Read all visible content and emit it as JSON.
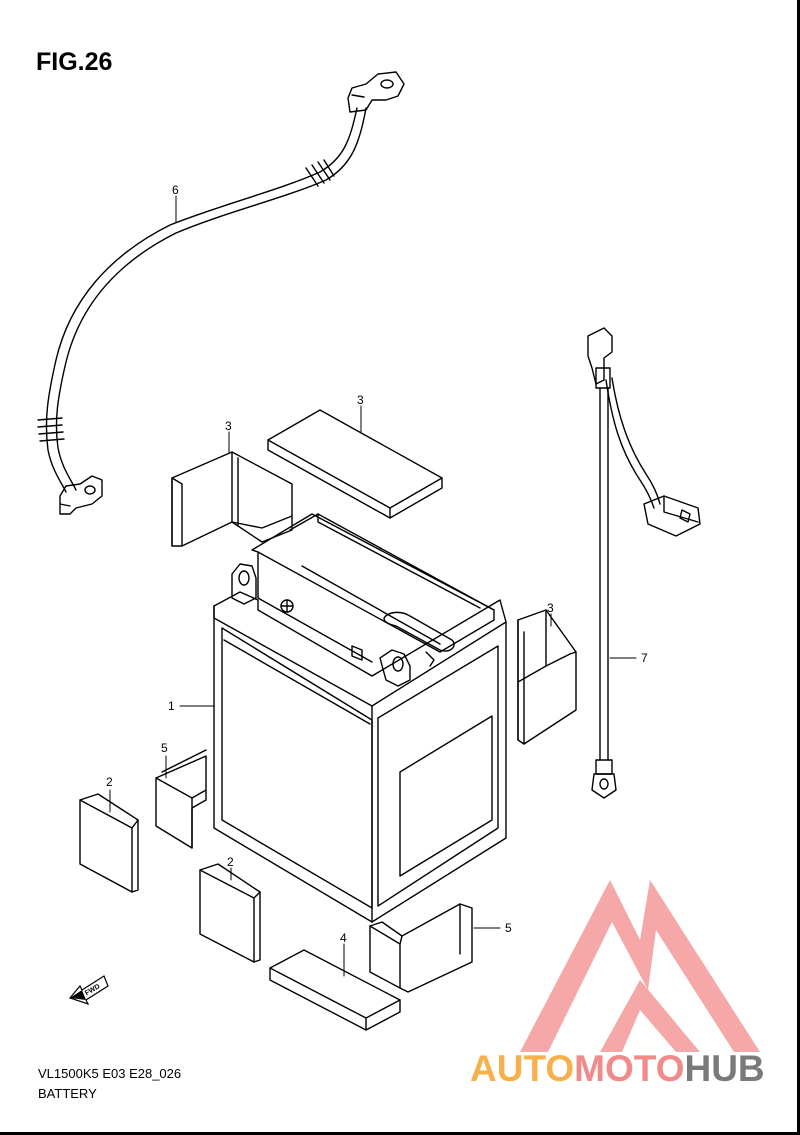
{
  "figure": {
    "title": "FIG.26",
    "code": "VL1500K5 E03 E28_026",
    "name": "BATTERY"
  },
  "callouts": [
    {
      "id": "c6",
      "label": "6"
    },
    {
      "id": "c3a",
      "label": "3"
    },
    {
      "id": "c3b",
      "label": "3"
    },
    {
      "id": "c3c",
      "label": "3"
    },
    {
      "id": "c1",
      "label": "1"
    },
    {
      "id": "c7",
      "label": "7"
    },
    {
      "id": "c5a",
      "label": "5"
    },
    {
      "id": "c2a",
      "label": "2"
    },
    {
      "id": "c2b",
      "label": "2"
    },
    {
      "id": "c4",
      "label": "4"
    },
    {
      "id": "c5b",
      "label": "5"
    }
  ],
  "fwd_label": "FWD",
  "watermark": {
    "part1": "AUTO",
    "part2": "MOTO",
    "part3": "HUB",
    "colors": {
      "auto": "#f7b04a",
      "moto": "#f28a8a",
      "hub": "#7a7a7a",
      "logo": "#f59a9a"
    }
  }
}
